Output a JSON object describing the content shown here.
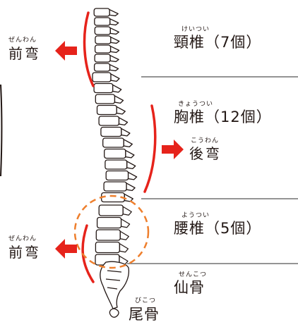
{
  "colors": {
    "ink": "#231815",
    "accent_red": "#e6231b",
    "lumbar_circle": "#ee7f2d",
    "divider": "#555555"
  },
  "icons": {
    "left_arrow": "red-left-arrow-icon",
    "right_arrow": "red-right-arrow-icon"
  },
  "labels": {
    "cervical": {
      "furigana": "けいつい",
      "text": "頸椎（7個）"
    },
    "thoracic": {
      "furigana": "きょうつい",
      "text": "胸椎（12個）"
    },
    "lumbar": {
      "furigana": "ようつい",
      "text": "腰椎（5個）"
    },
    "sacrum": {
      "furigana": "せんこつ",
      "text": "仙骨"
    },
    "coccyx": {
      "furigana": "びこつ",
      "text": "尾骨"
    }
  },
  "curvatures": {
    "cervical_lordosis": {
      "furigana": "ぜんわん",
      "text": "前弯"
    },
    "thoracic_kyphosis": {
      "furigana": "こうわん",
      "text": "後弯"
    },
    "lumbar_lordosis": {
      "furigana": "ぜんわん",
      "text": "前弯"
    }
  }
}
